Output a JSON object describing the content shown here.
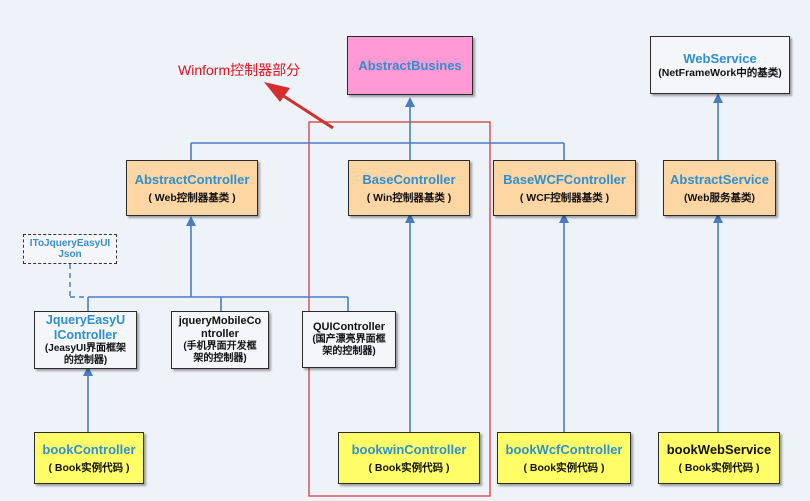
{
  "note": "Winform控制器部分",
  "boxes": {
    "abstract_busines": {
      "title": "AbstractBusines"
    },
    "web_service": {
      "title": "WebService",
      "subtitle": "(NetFrameWork中的基类)"
    },
    "abstract_controller": {
      "title": "AbstractController",
      "subtitle": "( Web控制器基类 )"
    },
    "base_controller": {
      "title": "BaseController",
      "subtitle": "( Win控制器基类 )"
    },
    "base_wcf_controller": {
      "title": "BaseWCFController",
      "subtitle": "( WCF控制器基类 )"
    },
    "abstract_service": {
      "title": "AbstractService",
      "subtitle": "(Web服务基类)"
    },
    "itojquery": {
      "line1": "IToJqueryEasyUI",
      "line2": "Json"
    },
    "jquery_easyui_controller": {
      "line1": "JqueryEasyU",
      "line2": "IController",
      "sub1": "(JeasyUI界面框架",
      "sub2": "的控制器)"
    },
    "jquery_mobile_controller": {
      "line1": "jqueryMobileCo",
      "line2": "ntroller",
      "sub1": "(手机界面开发框",
      "sub2": "架的控制器)"
    },
    "qui_controller": {
      "line1": "QUIController",
      "sub1": "(国产漂亮界面框",
      "sub2": "架的控制器)"
    },
    "book_controller": {
      "title": "bookController",
      "subtitle": "( Book实例代码 )"
    },
    "bookwin_controller": {
      "title": "bookwinController",
      "subtitle": "( Book实例代码 )"
    },
    "bookwcf_controller": {
      "title": "bookWcfController",
      "subtitle": "( Book实例代码 )"
    },
    "book_web_service": {
      "title": "bookWebService",
      "subtitle": "( Book实例代码 )"
    }
  },
  "colors": {
    "line": "#4a7cc2",
    "highlight": "#d42e2e",
    "pink": "#ff9ad5",
    "orange": "#fdd6a4",
    "yellow": "#fffe66"
  }
}
